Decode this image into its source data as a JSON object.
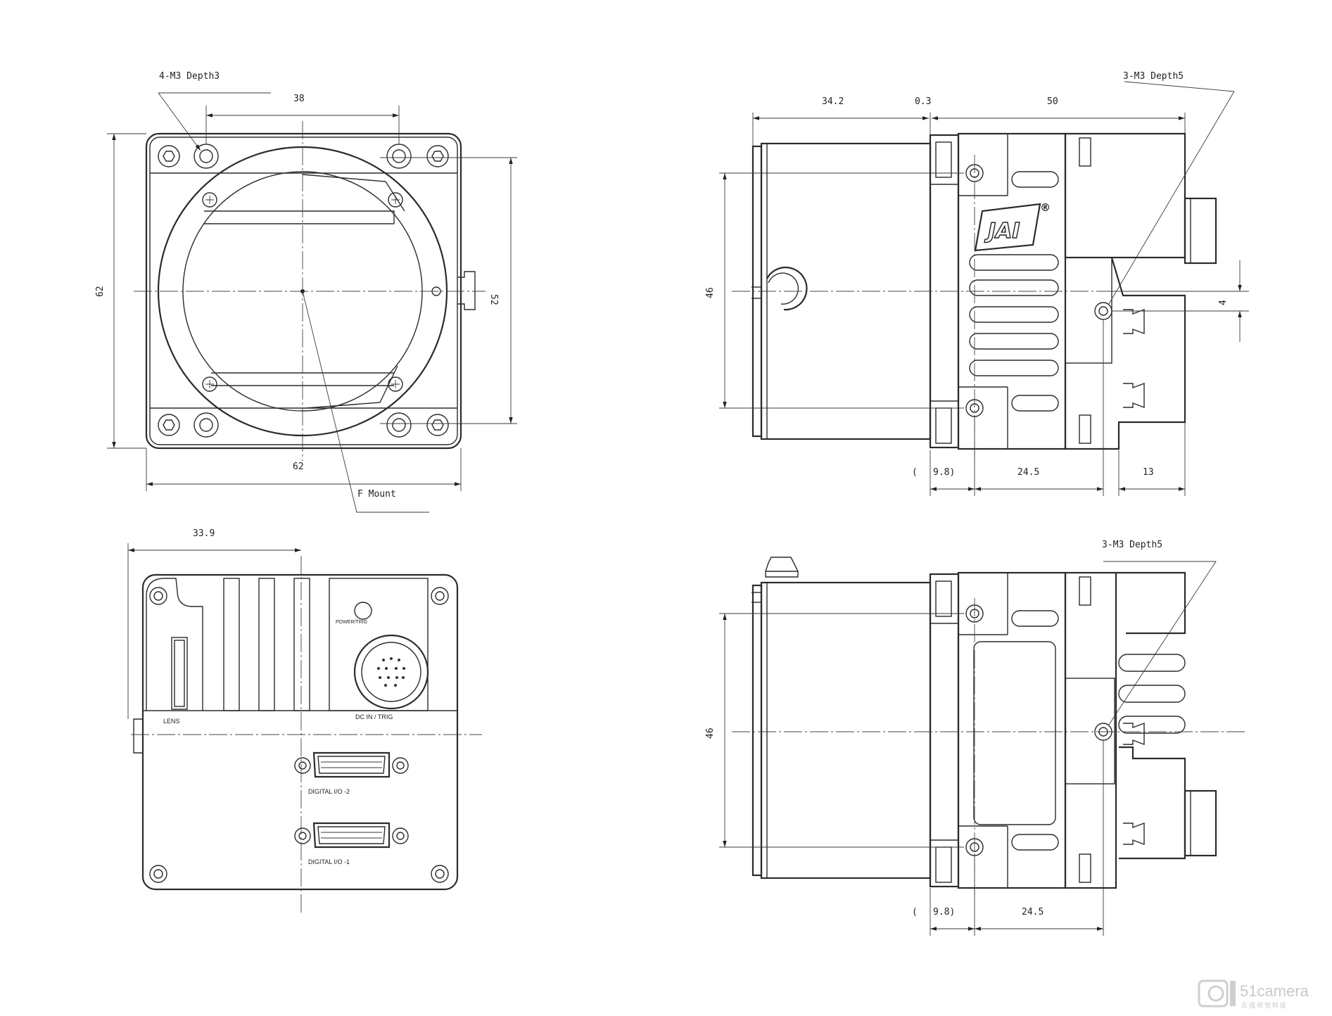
{
  "front_view": {
    "callout_tapped_holes": "4-M3 Depth3",
    "dim_hole_pitch": "38",
    "dim_height": "62",
    "dim_height_inner": "52",
    "dim_width": "62",
    "callout_mount": "F Mount"
  },
  "rear_view": {
    "dim_offset": "33.9",
    "label_lens": "LENS",
    "label_power": "POWER/TRIG",
    "label_dc_in": "DC IN / TRIG",
    "label_dio2": "DIGITAL I/O -2",
    "label_dio1": "DIGITAL I/O -1"
  },
  "side_view_top": {
    "callout_tapped_holes": "3-M3 Depth5",
    "dim_mount_length": "34.2",
    "dim_gap": "0.3",
    "dim_body_length": "50",
    "dim_height": "46",
    "dim_offset_small": "4",
    "dim_ref_open": "(",
    "dim_ref": "9.8)",
    "dim_hole_spacing": "24.5",
    "dim_connector": "13",
    "logo_text": "JAI",
    "logo_mark": "®"
  },
  "side_view_bottom": {
    "callout_tapped_holes": "3-M3 Depth5",
    "dim_height": "46",
    "dim_ref_open": "(",
    "dim_ref": "9.8)",
    "dim_hole_spacing": "24.5"
  },
  "watermark": {
    "brand": "51camera",
    "tagline": "志强视觉科技"
  }
}
